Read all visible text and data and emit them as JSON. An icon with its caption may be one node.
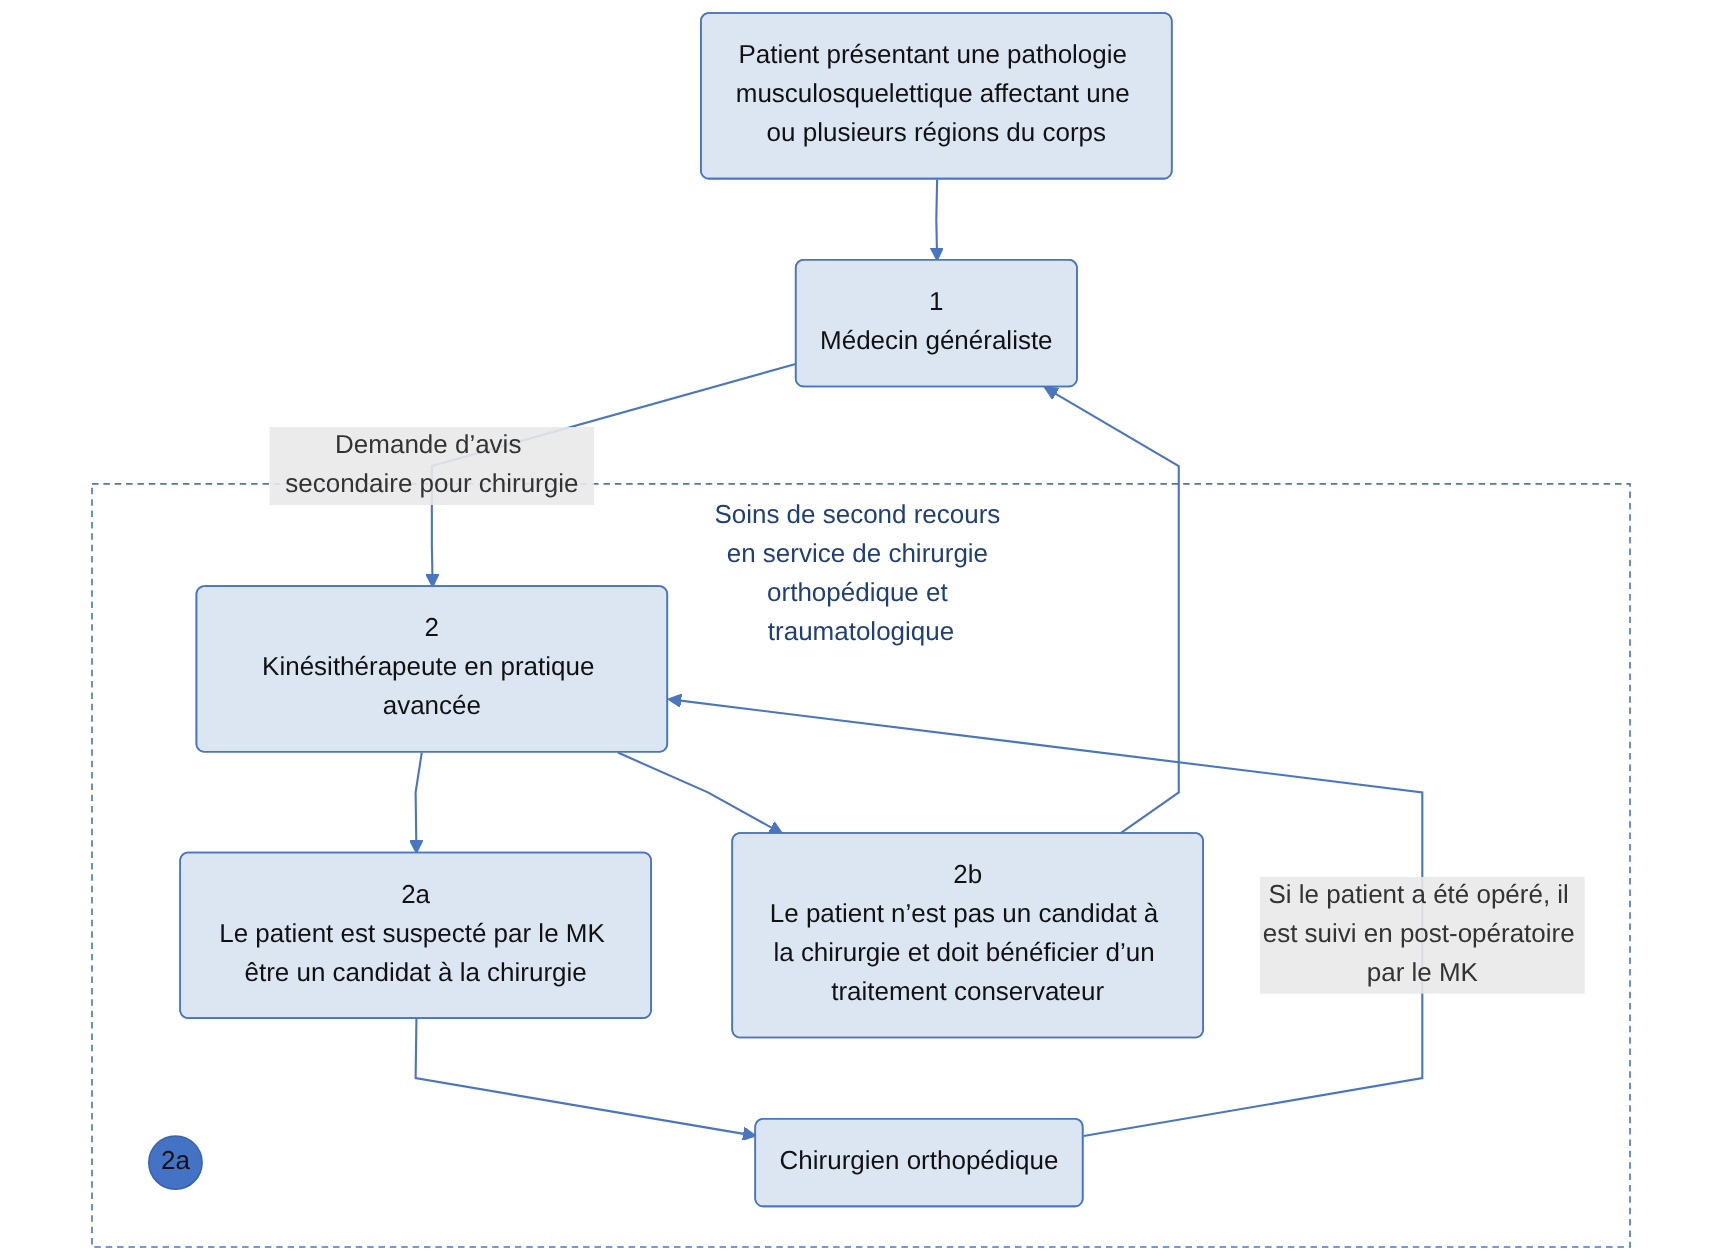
{
  "diagram": {
    "nodes": [
      {
        "text": [
          "Patient présentant une pathologie musculosquelettique affectant une ou plusieurs régions du corps"
        ]
      },
      {
        "text": [
          "1",
          "Médecin généraliste"
        ]
      },
      {
        "text": [
          "Soins de second recours en service de chirurgie orthopédique et traumatologique"
        ]
      },
      {
        "text": [
          "2a",
          "Le patient est suspecté par le MK être un candidat à la chirurgie"
        ],
        "in": 2
      },
      {
        "text": [
          "2a"
        ],
        "in": 2
      },
      {
        "text": [
          "Chirurgien orthopédique"
        ],
        "in": 2
      },
      {
        "text": [
          "2",
          "Kinésithérapeute en pratique avancée"
        ],
        "in": 2
      },
      {
        "text": [
          "2b",
          "Le patient n’est pas un candidat à la chirurgie et doit bénéficier d’un traitement conservateur"
        ],
        "in": 2
      }
    ],
    "edges": [
      {
        "from": 0,
        "to": 1,
        "arrow": "to"
      },
      {
        "from": 1,
        "to": 6,
        "arrow": "to",
        "label": "Demande d’avis secondaire pour chirurgie"
      },
      {
        "from": 6,
        "to": 3,
        "arrow": "to"
      },
      {
        "from": 3,
        "to": 5,
        "arrow": "to"
      },
      {
        "from": 5,
        "to": 6,
        "arrow": "to",
        "label": "Si le patient a été opéré, il est suivi en post-opératoire par le MK"
      },
      {
        "from": 6,
        "to": 7,
        "arrow": "to"
      },
      {
        "from": 7,
        "to": 1,
        "arrow": "to"
      }
    ]
  }
}
